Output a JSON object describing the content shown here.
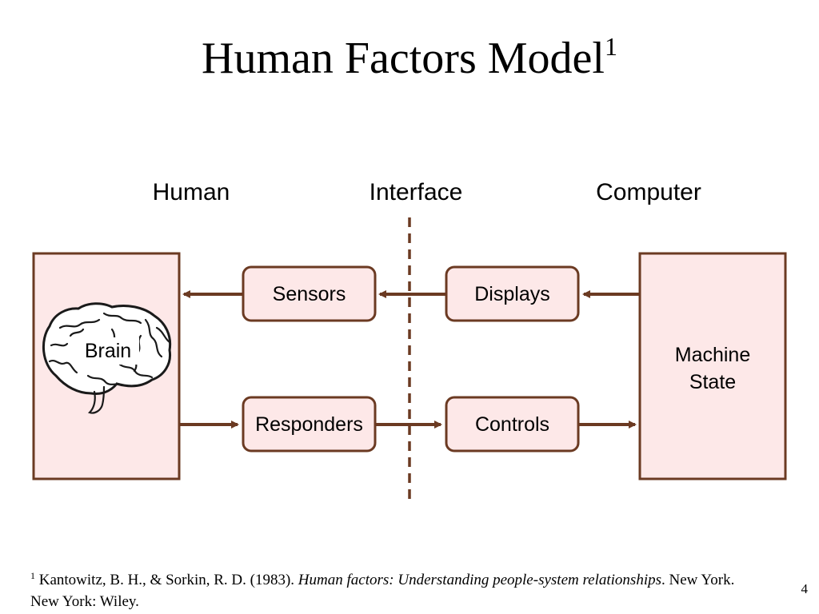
{
  "title": {
    "text": "Human Factors Model",
    "superscript": "1"
  },
  "columns": {
    "left": "Human",
    "middle": "Interface",
    "right": "Computer"
  },
  "nodes": {
    "brain": "Brain",
    "sensors": "Sensors",
    "responders": "Responders",
    "displays": "Displays",
    "controls": "Controls",
    "machine_state_line1": "Machine",
    "machine_state_line2": "State"
  },
  "footnote": {
    "marker": "1",
    "authors": "Kantowitz, B. H., & Sorkin, R. D. (1983).",
    "book_title": "Human factors: Understanding people-system relationships",
    "publisher": ". New York. New York: Wiley."
  },
  "page_number": "4",
  "colors": {
    "box_fill": "#fde8e8",
    "stroke": "#6b3a22"
  }
}
